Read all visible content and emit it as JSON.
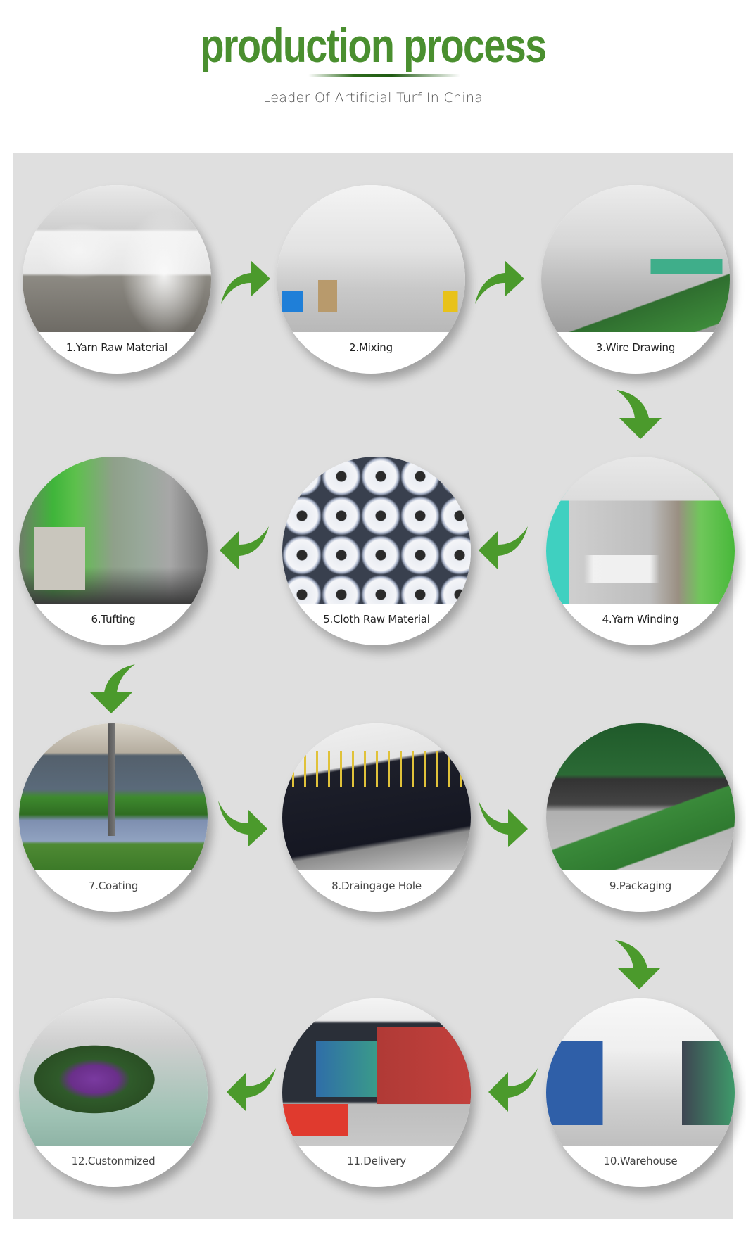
{
  "header": {
    "title": "production process",
    "subtitle": "Leader Of Artificial Turf In China"
  },
  "colors": {
    "accent_green": "#4a8f2f",
    "arrow_green": "#4b9a2c",
    "panel_gray": "#dfdfdf"
  },
  "steps": [
    {
      "label": "1.Yarn Raw Material",
      "icon": "photo-raw-material-bags"
    },
    {
      "label": "2.Mixing",
      "icon": "photo-mixing-hoppers"
    },
    {
      "label": "3.Wire Drawing",
      "icon": "photo-wire-drawing-line"
    },
    {
      "label": "4.Yarn Winding",
      "icon": "photo-yarn-winding-machines"
    },
    {
      "label": "5.Cloth Raw Material",
      "icon": "photo-cloth-rolls"
    },
    {
      "label": "6.Tufting",
      "icon": "photo-tufting-machine"
    },
    {
      "label": "7.Coating",
      "icon": "photo-coating-turf"
    },
    {
      "label": "8.Draingage Hole",
      "icon": "photo-drainage-needles"
    },
    {
      "label": "9.Packaging",
      "icon": "photo-turf-roll-packaging"
    },
    {
      "label": "10.Warehouse",
      "icon": "photo-warehouse"
    },
    {
      "label": "11.Delivery",
      "icon": "photo-delivery-truck"
    },
    {
      "label": "12.Custonmized",
      "icon": "photo-customized-logo-turf"
    }
  ],
  "arrows": [
    {
      "from": "1",
      "to": "2",
      "direction": "right"
    },
    {
      "from": "2",
      "to": "3",
      "direction": "right"
    },
    {
      "from": "3",
      "to": "4",
      "direction": "down"
    },
    {
      "from": "4",
      "to": "5",
      "direction": "left"
    },
    {
      "from": "5",
      "to": "6",
      "direction": "left"
    },
    {
      "from": "6",
      "to": "7",
      "direction": "down"
    },
    {
      "from": "7",
      "to": "8",
      "direction": "right"
    },
    {
      "from": "8",
      "to": "9",
      "direction": "right"
    },
    {
      "from": "9",
      "to": "10",
      "direction": "down"
    },
    {
      "from": "10",
      "to": "11",
      "direction": "left"
    },
    {
      "from": "11",
      "to": "12",
      "direction": "left"
    }
  ]
}
